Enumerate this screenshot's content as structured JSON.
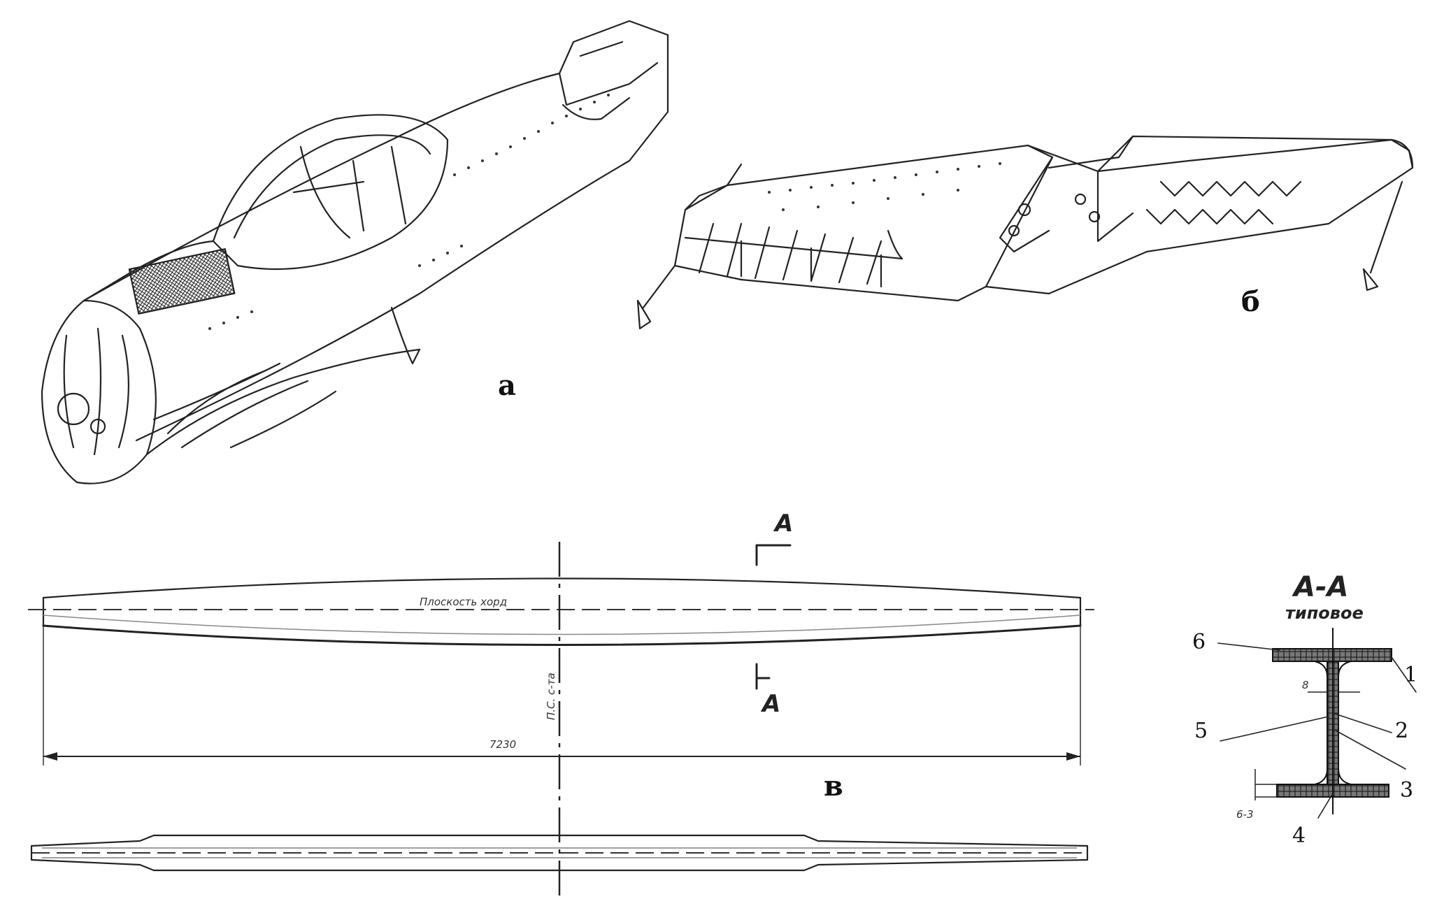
{
  "labels": {
    "fuselage": "а",
    "wing": "б",
    "spar": "в"
  },
  "spar": {
    "section_mark": "A",
    "chord_plane": "Плоскость хорд",
    "symmetry_plane": "П.С. с-та",
    "length": "7230"
  },
  "section": {
    "title": "A-A",
    "subtitle": "типовое",
    "web_dim": "8",
    "flange_dim": "6-3",
    "callouts": [
      "1",
      "2",
      "3",
      "4",
      "5",
      "6"
    ]
  }
}
